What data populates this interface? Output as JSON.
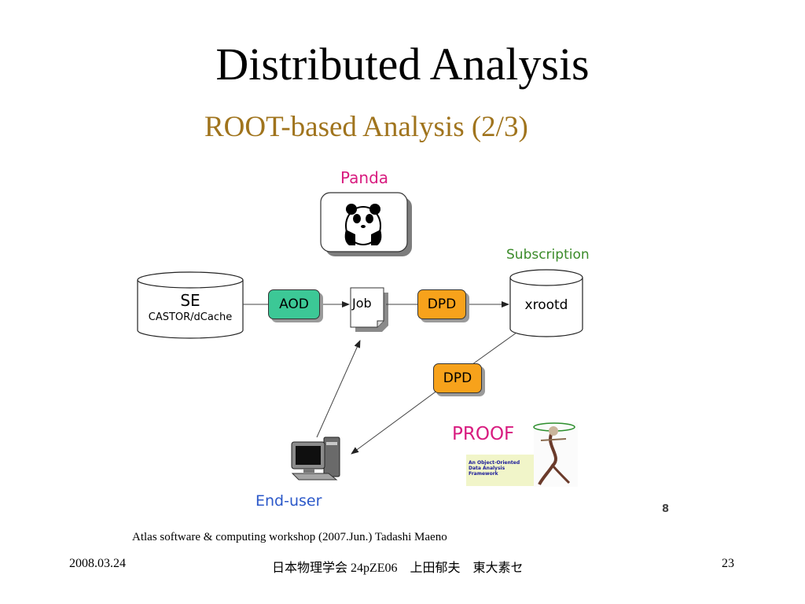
{
  "slide": {
    "title": "Distributed Analysis",
    "subtitle": "ROOT-based Analysis (2/3)"
  },
  "diagram": {
    "panda_label": "Panda",
    "subscription_label": "Subscription",
    "se_label": "SE",
    "se_sublabel": "CASTOR/dCache",
    "aod_label": "AOD",
    "job_label": "Job",
    "dpd_label_1": "DPD",
    "dpd_label_2": "DPD",
    "xrootd_label": "xrootd",
    "proof_label": "PROOF",
    "proof_logo_text": "An Object-Oriented Data Analysis Framework",
    "enduser_label": "End-user",
    "inner_page_number": "8",
    "icons": [
      "panda-icon",
      "computer-icon",
      "document-icon",
      "proof-logo"
    ]
  },
  "credit": "Atlas software & computing workshop (2007.Jun.) Tadashi Maeno",
  "footer": {
    "date": "2008.03.24",
    "center": "日本物理学会 24pZE06　上田郁夫　東大素セ",
    "page": "23"
  },
  "colors": {
    "subtitle": "#a0741d",
    "panda_label": "#d81b7f",
    "subscription_label": "#3b8b2a",
    "enduser_label": "#2b58c9",
    "aod_box": "#3cc896",
    "dpd_box": "#f7a21b"
  }
}
